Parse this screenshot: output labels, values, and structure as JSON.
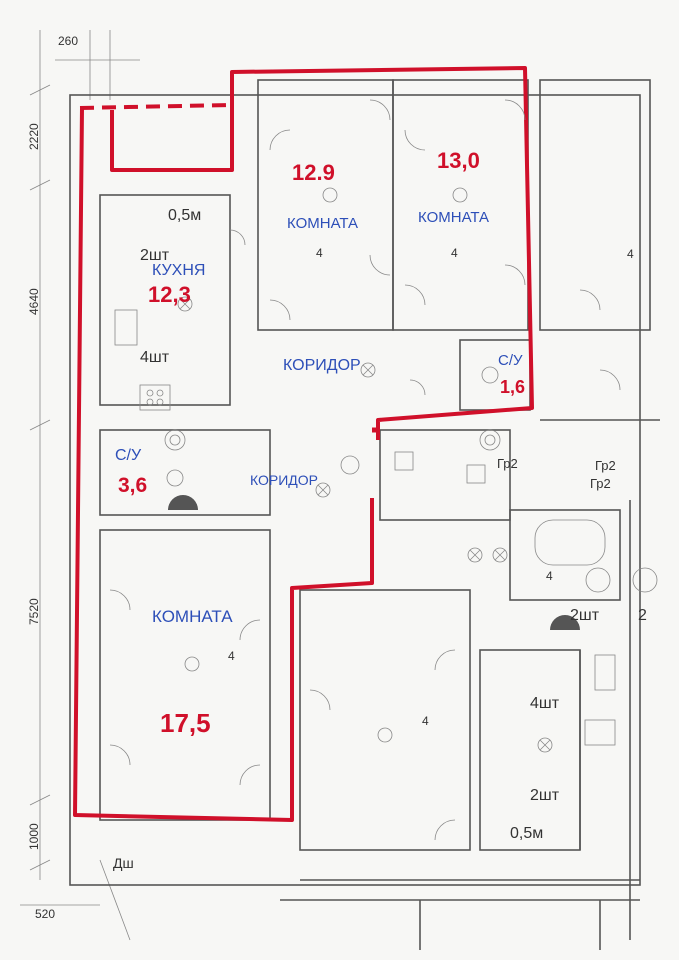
{
  "dimensions": {
    "top": "260",
    "h1": "2220",
    "h2": "4640",
    "h3": "7520",
    "h4": "1000",
    "bottom": "520"
  },
  "rooms": {
    "room1": {
      "label": "КОМНАТА",
      "area": "12.9"
    },
    "room2": {
      "label": "КОМНАТА",
      "area": "13,0"
    },
    "kitchen": {
      "label": "КУХНЯ",
      "area": "12,3"
    },
    "corridor1": {
      "label": "КОРИДОР"
    },
    "bath_small": {
      "label": "С/У",
      "area": "1,6"
    },
    "bath_large": {
      "label": "С/У",
      "area": "3,6"
    },
    "corridor2": {
      "label": "КОРИДОР"
    },
    "room3": {
      "label": "КОМНАТА",
      "area": "17,5"
    }
  },
  "fixtures": {
    "kitchen_balcony": "0,5м",
    "kitchen_top": "2шт",
    "kitchen_bottom": "4шт",
    "gr1": "Гр2",
    "gr2": "Гр2",
    "gr3": "Гр2",
    "right_2sht_a": "2шт",
    "right_2sht_b": "2",
    "right_4sht": "4шт",
    "right_2sht_c": "2шт",
    "right_balcony": "0,5м",
    "dsh": "Дш",
    "light_4a": "4",
    "light_4b": "4",
    "light_4c": "4",
    "light_4d": "4",
    "light_4e": "4",
    "light_4f": "4"
  },
  "colors": {
    "highlight": "#d0102a",
    "room_label": "#2d4fb8",
    "wall": "#555555"
  }
}
